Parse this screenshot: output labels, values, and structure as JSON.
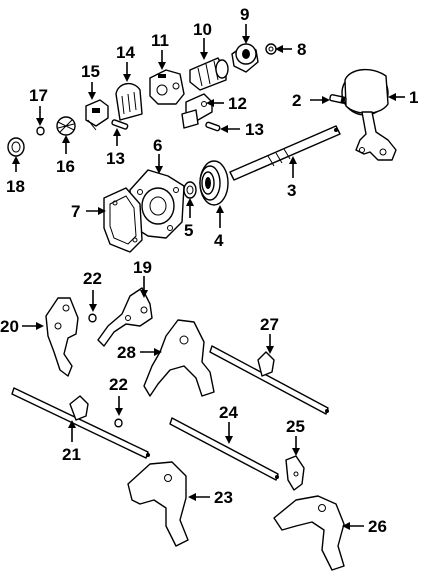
{
  "callouts": [
    {
      "id": "c1",
      "label": "1"
    },
    {
      "id": "c2",
      "label": "2"
    },
    {
      "id": "c3",
      "label": "3"
    },
    {
      "id": "c4",
      "label": "4"
    },
    {
      "id": "c5",
      "label": "5"
    },
    {
      "id": "c6",
      "label": "6"
    },
    {
      "id": "c7",
      "label": "7"
    },
    {
      "id": "c8",
      "label": "8"
    },
    {
      "id": "c9",
      "label": "9"
    },
    {
      "id": "c10",
      "label": "10"
    },
    {
      "id": "c11",
      "label": "11"
    },
    {
      "id": "c12",
      "label": "12"
    },
    {
      "id": "c13a",
      "label": "13"
    },
    {
      "id": "c13b",
      "label": "13"
    },
    {
      "id": "c14",
      "label": "14"
    },
    {
      "id": "c15",
      "label": "15"
    },
    {
      "id": "c16",
      "label": "16"
    },
    {
      "id": "c17",
      "label": "17"
    },
    {
      "id": "c18",
      "label": "18"
    },
    {
      "id": "c19",
      "label": "19"
    },
    {
      "id": "c20",
      "label": "20"
    },
    {
      "id": "c21",
      "label": "21"
    },
    {
      "id": "c22a",
      "label": "22"
    },
    {
      "id": "c22b",
      "label": "22"
    },
    {
      "id": "c23",
      "label": "23"
    },
    {
      "id": "c24",
      "label": "24"
    },
    {
      "id": "c25",
      "label": "25"
    },
    {
      "id": "c26",
      "label": "26"
    },
    {
      "id": "c27",
      "label": "27"
    },
    {
      "id": "c28",
      "label": "28"
    }
  ]
}
